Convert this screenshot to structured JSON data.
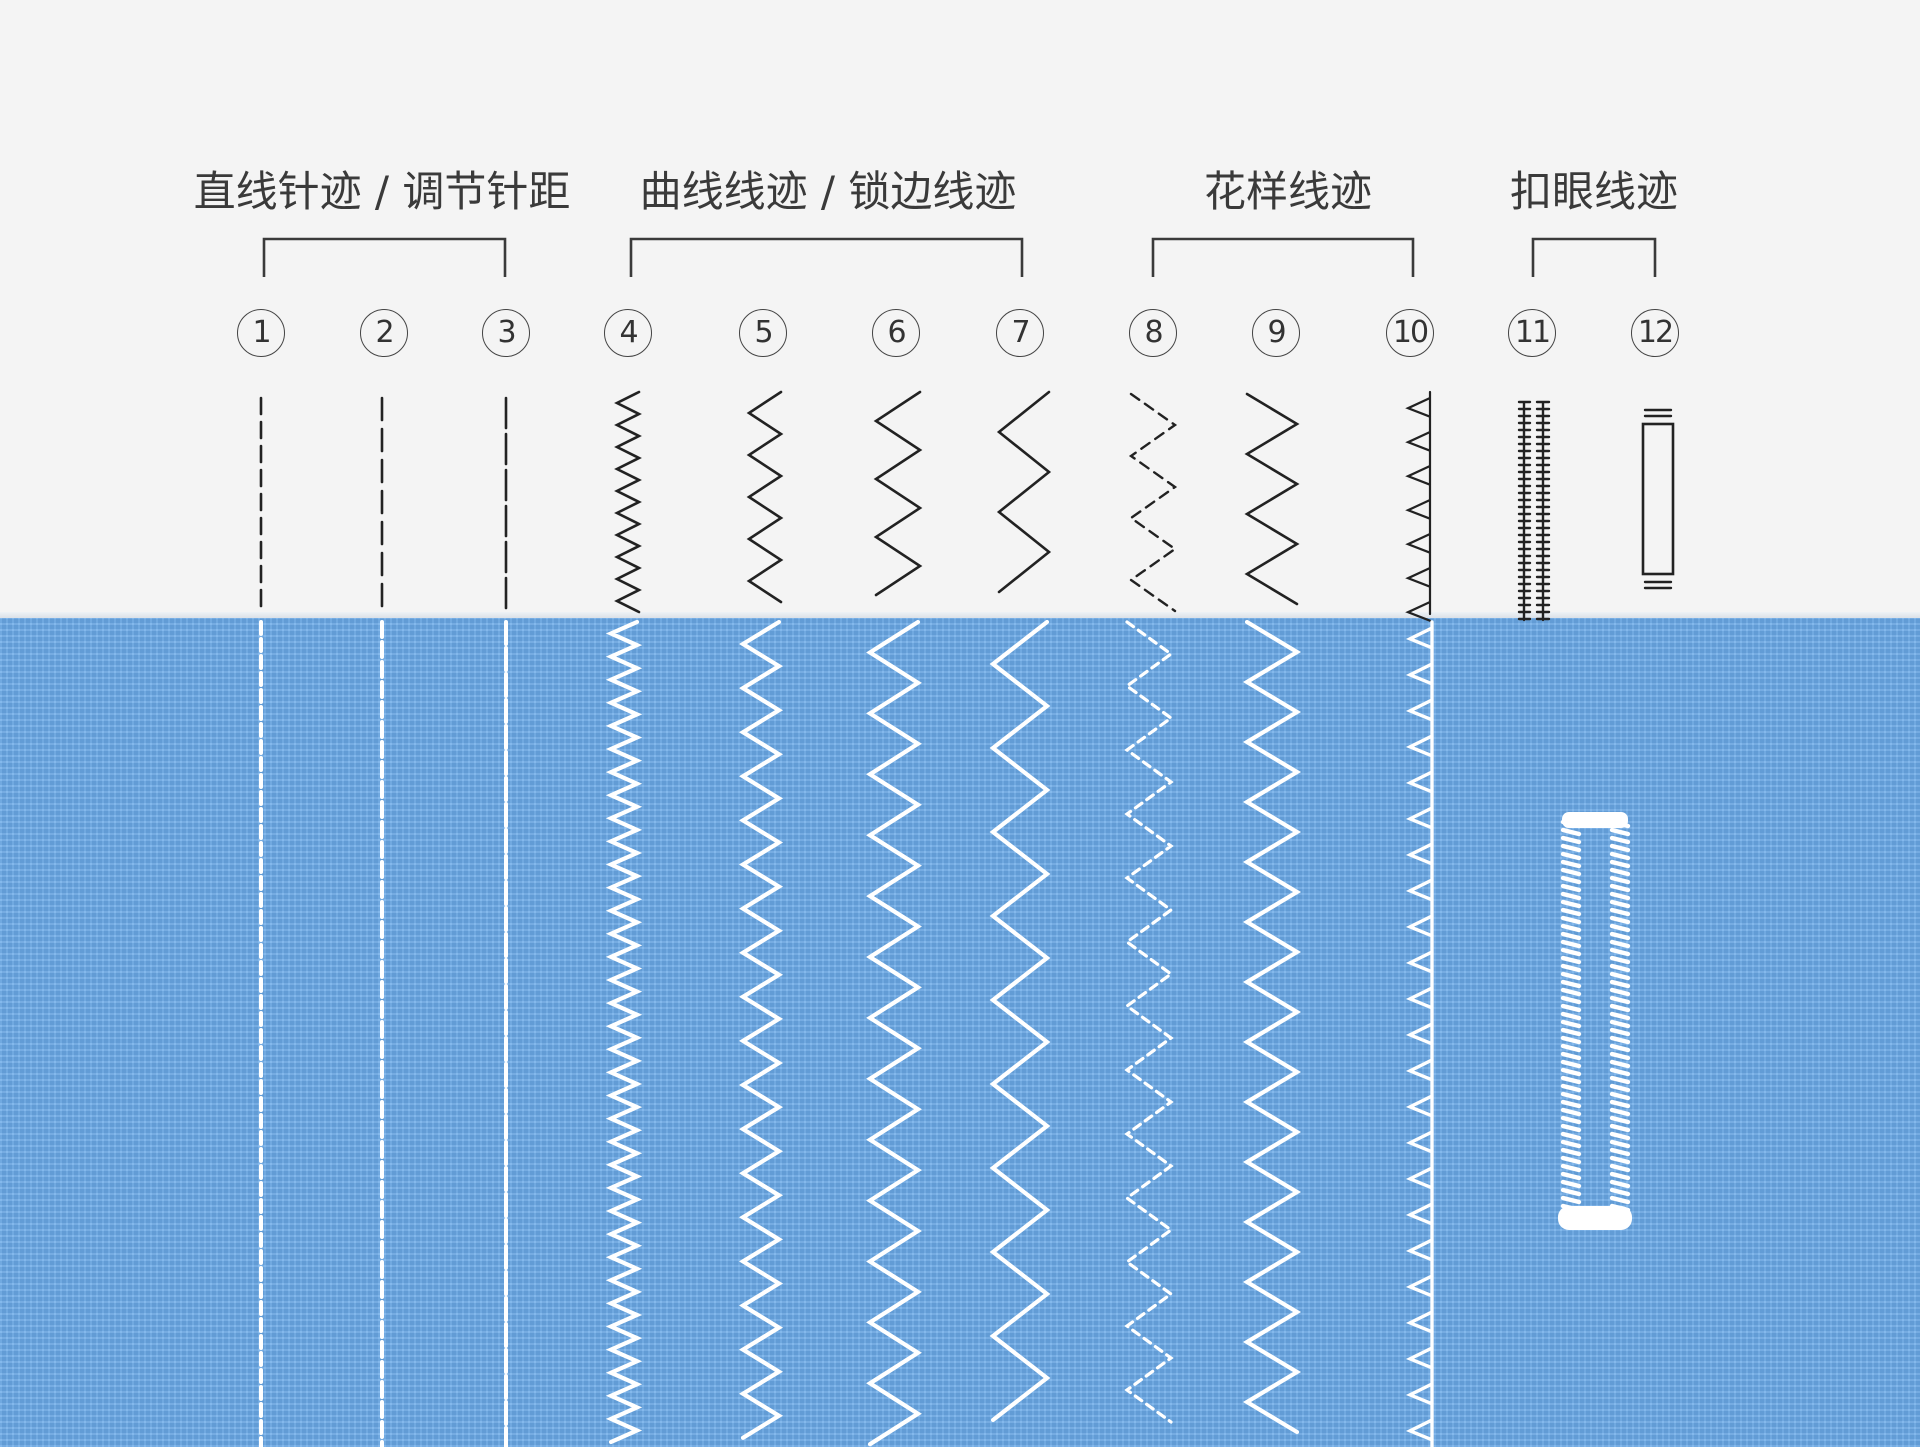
{
  "groups": [
    {
      "title": "直线针迹 / 调节针距",
      "stitches": [
        "1",
        "2",
        "3"
      ]
    },
    {
      "title": "曲线线迹 / 锁边线迹",
      "stitches": [
        "4",
        "5",
        "6",
        "7"
      ]
    },
    {
      "title": "花样线迹",
      "stitches": [
        "8",
        "9",
        "10"
      ]
    },
    {
      "title": "扣眼线迹",
      "stitches": [
        "11",
        "12"
      ]
    }
  ],
  "colors": {
    "background": "#f4f4f4",
    "fabric": "#6aaae8",
    "line_art": "#222222",
    "thread": "#ffffff"
  }
}
